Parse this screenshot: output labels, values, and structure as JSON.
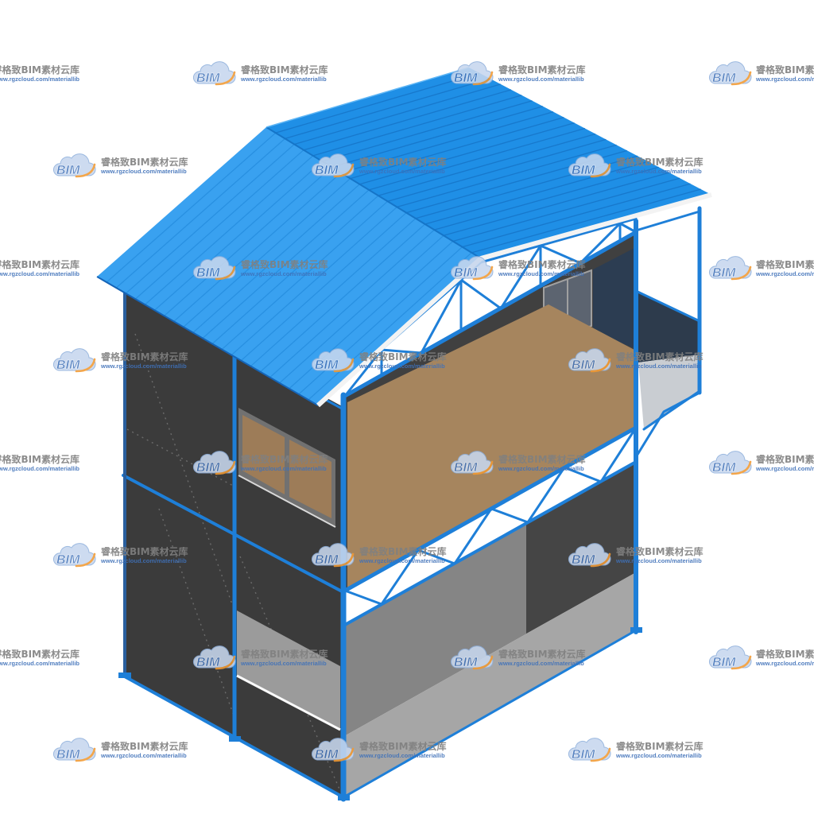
{
  "watermark": {
    "logo_text": "BIM",
    "brand_name": "睿格致BIM素材云库",
    "url": "www.rgzcloud.com/materiallib"
  },
  "palette": {
    "roof_blue": "#1f8fe6",
    "roof_blue_light": "#39a1f0",
    "frame_blue": "#1e7fd8",
    "wall_dark": "#3b3b3b",
    "floor_wood": "#a6855e",
    "fascia_white": "#f3f3f3",
    "watermark_gray": "#808080",
    "watermark_blue": "#3f71b9",
    "watermark_orange": "#f29a33"
  }
}
